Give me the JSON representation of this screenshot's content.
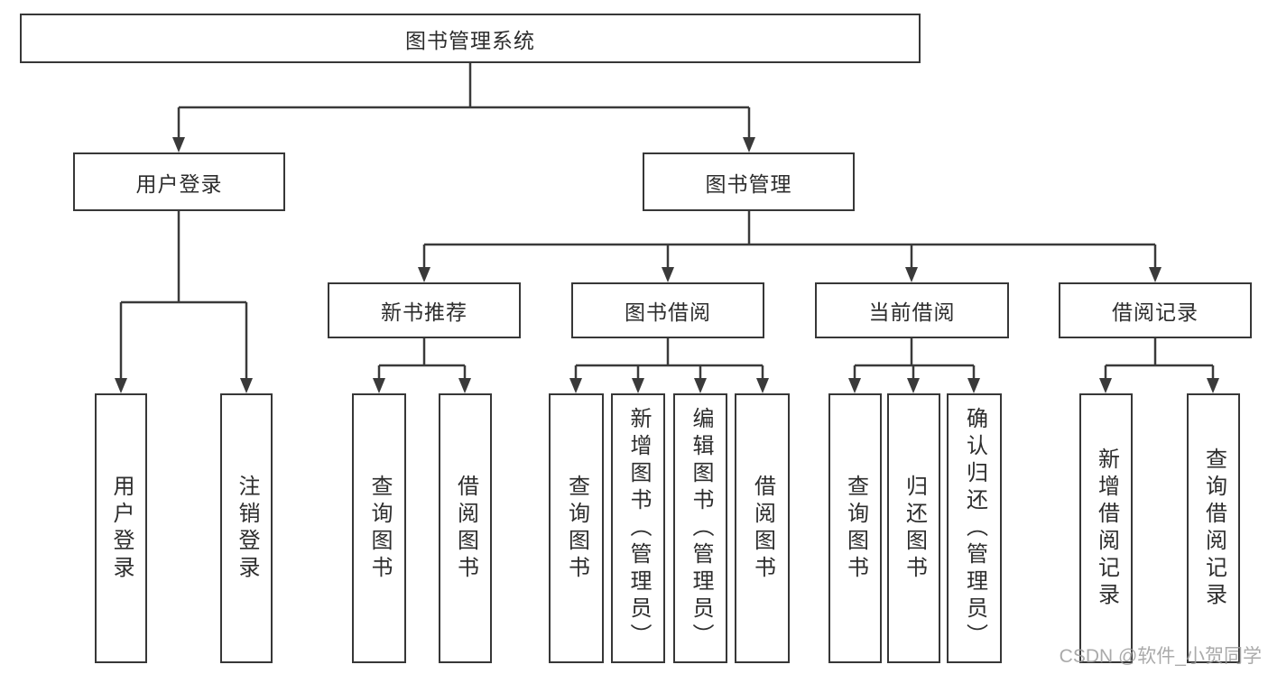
{
  "root": "图书管理系统",
  "level2": {
    "user_login": "用户登录",
    "book_management": "图书管理"
  },
  "level3": {
    "new_book_recommend": "新书推荐",
    "book_borrowing": "图书借阅",
    "current_borrowing": "当前借阅",
    "borrowing_records": "借阅记录"
  },
  "leaves": {
    "user_login": "用户登录",
    "logout": "注销登录",
    "recommend_query_books": "查询图书",
    "recommend_borrow_books": "借阅图书",
    "borrow_query_books": "查询图书",
    "borrow_add_books": "新增图书（管理员）",
    "borrow_edit_books": "编辑图书（管理员）",
    "borrow_borrow_books": "借阅图书",
    "current_query_books": "查询图书",
    "current_return_books": "归还图书",
    "current_confirm_return": "确认归还（管理员）",
    "records_add_record": "新增借阅记录",
    "records_query_record": "查询借阅记录"
  },
  "watermark": "CSDN @软件_小贺同学",
  "colors": {
    "line": "#3a3a3a",
    "border": "#373737",
    "text": "#2d2d2d",
    "watermark": "#9b9b9b",
    "background": "#ffffff"
  }
}
